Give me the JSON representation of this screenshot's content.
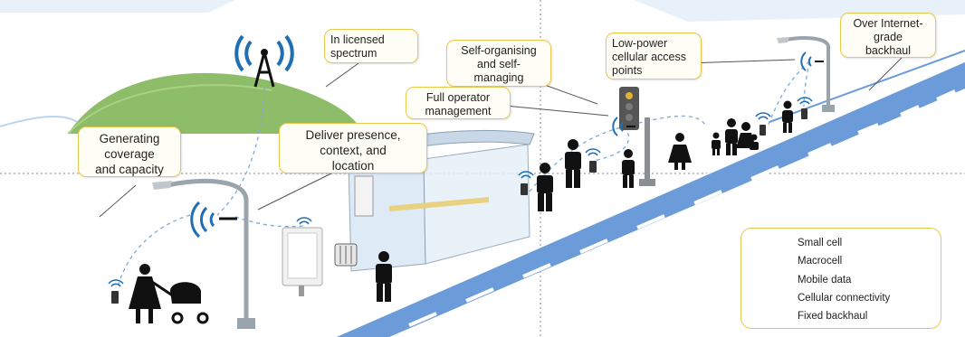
{
  "callouts": {
    "licensed": "In licensed\nspectrum",
    "self_org": "Self-organising\nand self-\nmanaging",
    "low_power": "Low-power\ncellular access\npoints",
    "backhaul": "Over Internet-\ngrade\nbackhaul",
    "operator": "Full operator\nmanagement",
    "coverage": "Generating\ncoverage\nand capacity",
    "presence": "Deliver presence,\ncontext, and\nlocation"
  },
  "legend": {
    "small_cell": "Small cell",
    "macrocell": "Macrocell",
    "mobile_data": "Mobile data",
    "cellular_connectivity": "Cellular connectivity",
    "fixed_backhaul": "Fixed backhaul"
  },
  "colors": {
    "road": "#6b9bd8",
    "hill": "#8ebd6a",
    "signal": "#1f6fb5",
    "callout_border": "#e8c84a",
    "people": "#111111"
  }
}
